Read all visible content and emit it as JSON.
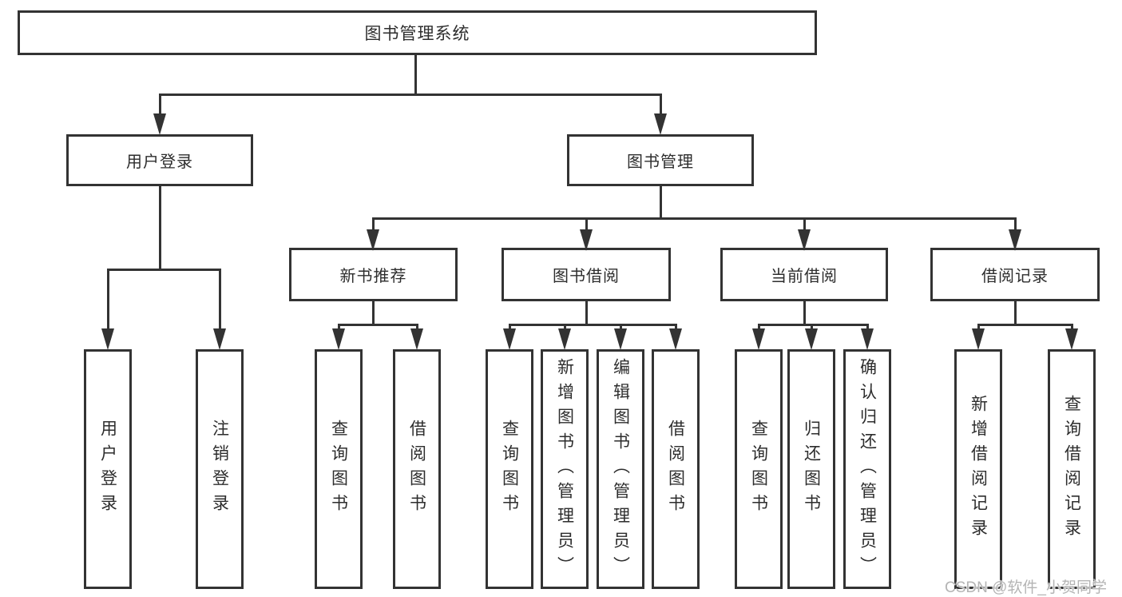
{
  "watermark": "CSDN @软件_小贺同学",
  "colors": {
    "line": "#333333",
    "text": "#2d2d2d",
    "watermark_text": "#b4b4b4",
    "background": "#ffffff"
  },
  "tree": {
    "root": {
      "label": "图书管理系统"
    },
    "branches": [
      {
        "label": "用户登录",
        "children": [
          {
            "label": "用户登录"
          },
          {
            "label": "注销登录"
          }
        ]
      },
      {
        "label": "图书管理",
        "children": [
          {
            "label": "新书推荐",
            "children": [
              {
                "label": "查询图书"
              },
              {
                "label": "借阅图书"
              }
            ]
          },
          {
            "label": "图书借阅",
            "children": [
              {
                "label": "查询图书"
              },
              {
                "label": "新增图书（管理员）"
              },
              {
                "label": "编辑图书（管理员）"
              },
              {
                "label": "借阅图书"
              }
            ]
          },
          {
            "label": "当前借阅",
            "children": [
              {
                "label": "查询图书"
              },
              {
                "label": "归还图书"
              },
              {
                "label": "确认归还（管理员）"
              }
            ]
          },
          {
            "label": "借阅记录",
            "children": [
              {
                "label": "新增借阅记录"
              },
              {
                "label": "查询借阅记录"
              }
            ]
          }
        ]
      }
    ]
  }
}
